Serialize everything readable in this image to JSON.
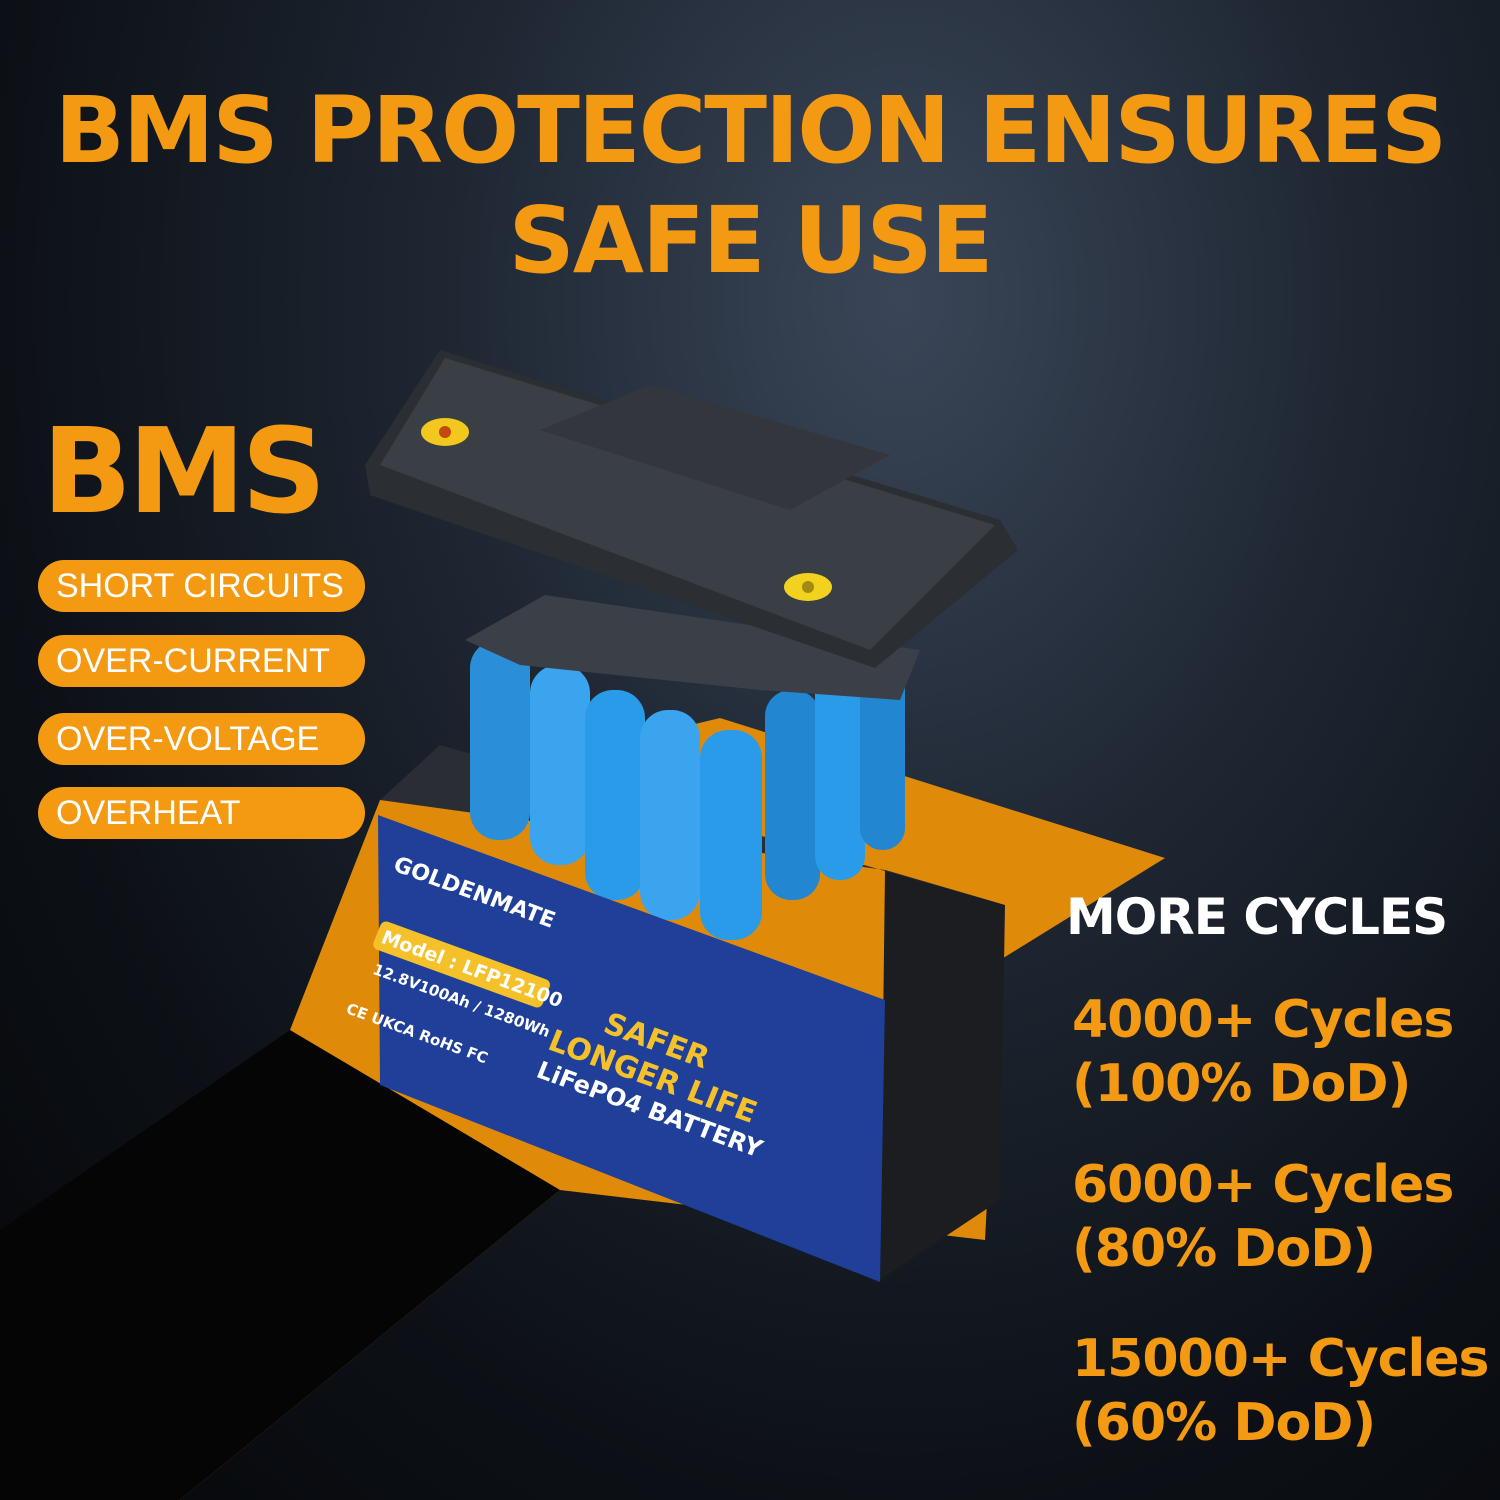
{
  "headline": {
    "line1": "BMS PROTECTION ENSURES",
    "line2": "SAFE USE"
  },
  "bms": {
    "title": "BMS",
    "protections": [
      "SHORT CIRCUITS",
      "OVER-CURRENT",
      "OVER-VOLTAGE",
      "OVERHEAT"
    ]
  },
  "cycles": {
    "title": "MORE CYCLES",
    "items": [
      {
        "count": "4000+ Cycles",
        "dod": "(100% DoD)"
      },
      {
        "count": "6000+ Cycles",
        "dod": "(80% DoD)"
      },
      {
        "count": "15000+ Cycles",
        "dod": "(60% DoD)"
      }
    ]
  },
  "battery_label": {
    "brand": "GOLDENMATE",
    "model": "Model : LFP12100",
    "rating": "12.8V100Ah / 1280Wh",
    "tag1": "SAFER",
    "tag2": "LONGER LIFE",
    "tag3": "LiFePO4 BATTERY",
    "certs": "CE UKCA RoHS FC"
  },
  "colors": {
    "accent": "#f39a12",
    "background": "#111720",
    "label": "#1e3f9a",
    "cells": "#2a9be8"
  }
}
